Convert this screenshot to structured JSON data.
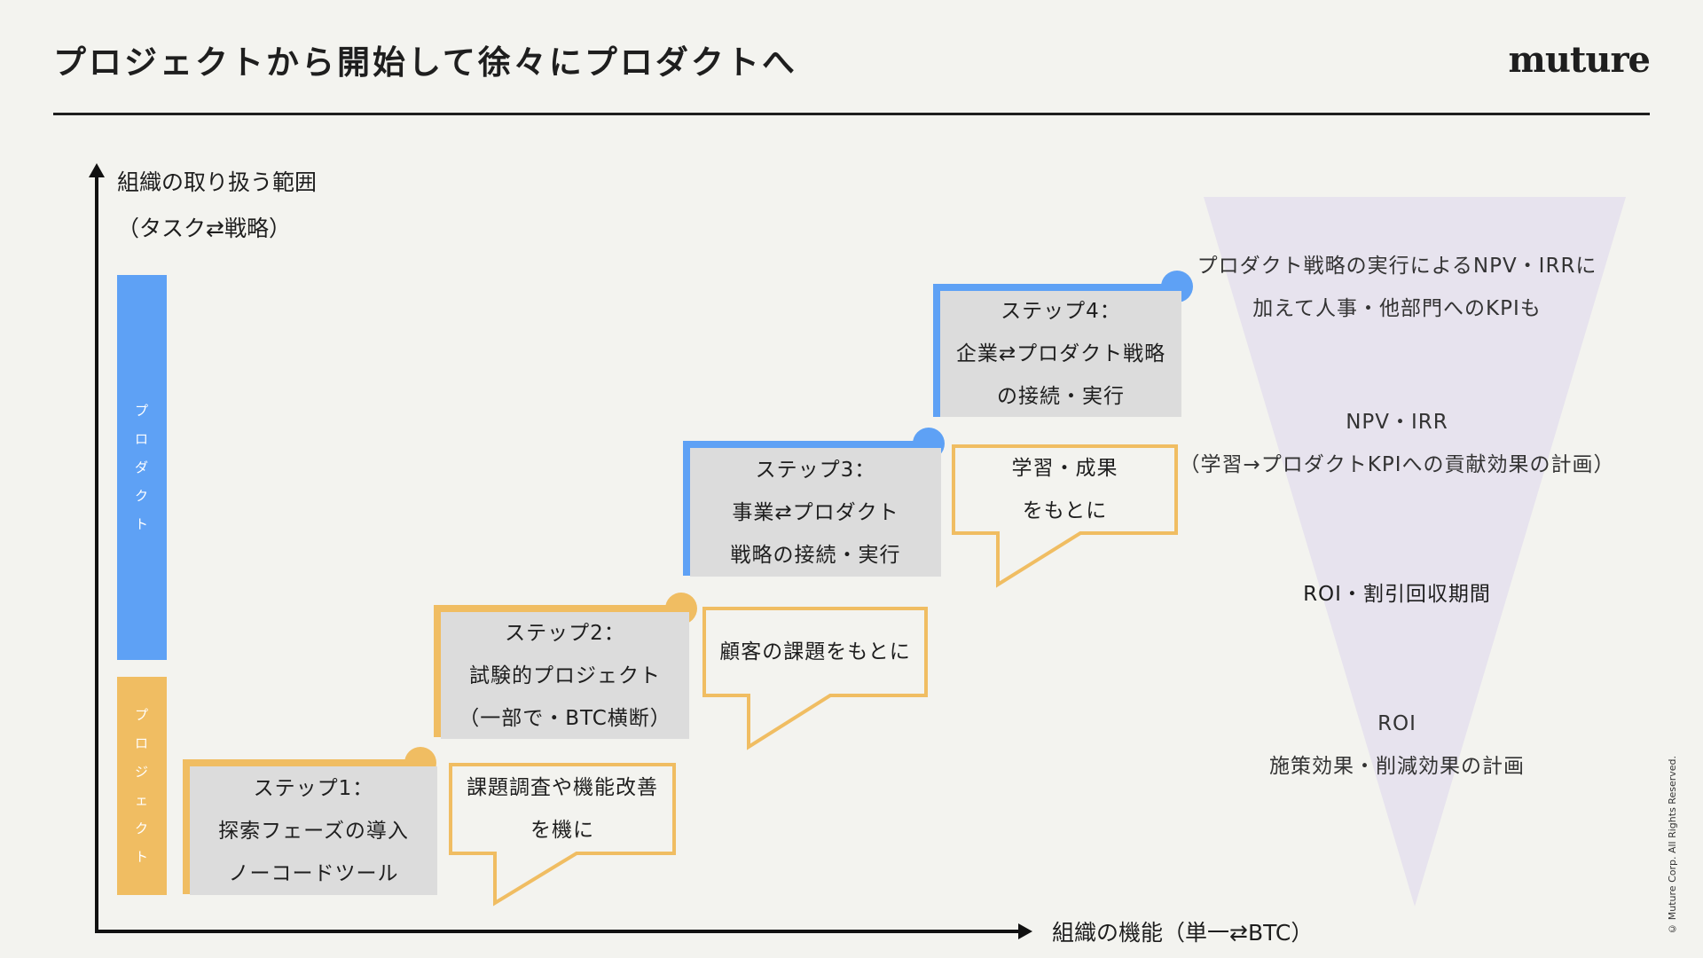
{
  "title": "プロジェクトから開始して徐々にプロダクトへ",
  "logo": "muture",
  "axes": {
    "y_label_1": "組織の取り扱う範囲",
    "y_label_2": "（タスク⇄戦略）",
    "x_label": "組織の機能（単一⇄BTC）"
  },
  "bars": {
    "product": "プロダクト",
    "project": "プロジェクト"
  },
  "steps": [
    {
      "text": "ステップ1：\n探索フェーズの導入\nノーコードツール",
      "color": "#f0bd62"
    },
    {
      "text": "ステップ2：\n試験的プロジェクト\n（一部で・BTC横断）",
      "color": "#f0bd62"
    },
    {
      "text": "ステップ3：\n事業⇄プロダクト\n戦略の接続・実行",
      "color": "#5ea1f5"
    },
    {
      "text": "ステップ4：\n企業⇄プロダクト戦略\nの接続・実行",
      "color": "#5ea1f5"
    }
  ],
  "callouts": [
    {
      "text": "課題調査や機能改善\nを機に"
    },
    {
      "text": "顧客の課題をもとに"
    },
    {
      "text": "学習・成果\nをもとに"
    }
  ],
  "funnel": {
    "level4": "プロダクト戦略の実行によるNPV・IRRに\n加えて人事・他部門へのKPIも",
    "level3": "NPV・IRR\n（学習→プロダクトKPIへの貢献効果の計画）",
    "level2": "ROI・割引回収期間",
    "level1": "ROI\n施策効果・削減効果の計画"
  },
  "colors": {
    "project_orange": "#f0bd62",
    "product_blue": "#5ea1f5",
    "funnel_lavender": "#e7e3ee",
    "step_gray": "#dcdcdc",
    "background": "#f3f3ef"
  },
  "copyright": "© Muture Corp. All Rights Reserved."
}
